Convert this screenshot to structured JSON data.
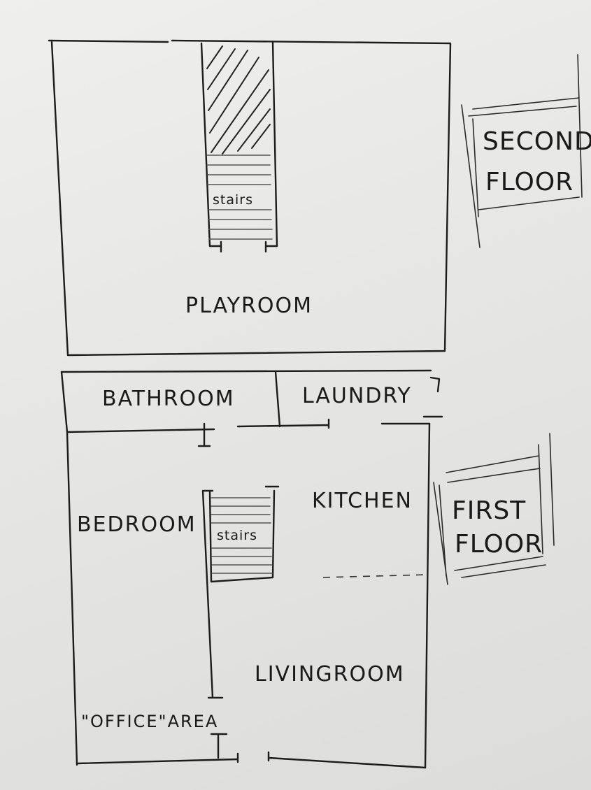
{
  "second_floor": {
    "rooms": {
      "playroom": "PLAYROOM"
    },
    "stairs_label": "stairs",
    "tag": {
      "line1": "SECOND",
      "line2": "FLOOR"
    }
  },
  "first_floor": {
    "rooms": {
      "bathroom": "BATHROOM",
      "laundry": "LAUNDRY",
      "bedroom": "BEDROOM",
      "kitchen": "KITCHEN",
      "livingroom": "LIVINGROOM",
      "office_area": "\"OFFICE\"AREA"
    },
    "stairs_label": "stairs",
    "tag": {
      "line1": "FIRST",
      "line2": "FLOOR"
    }
  }
}
